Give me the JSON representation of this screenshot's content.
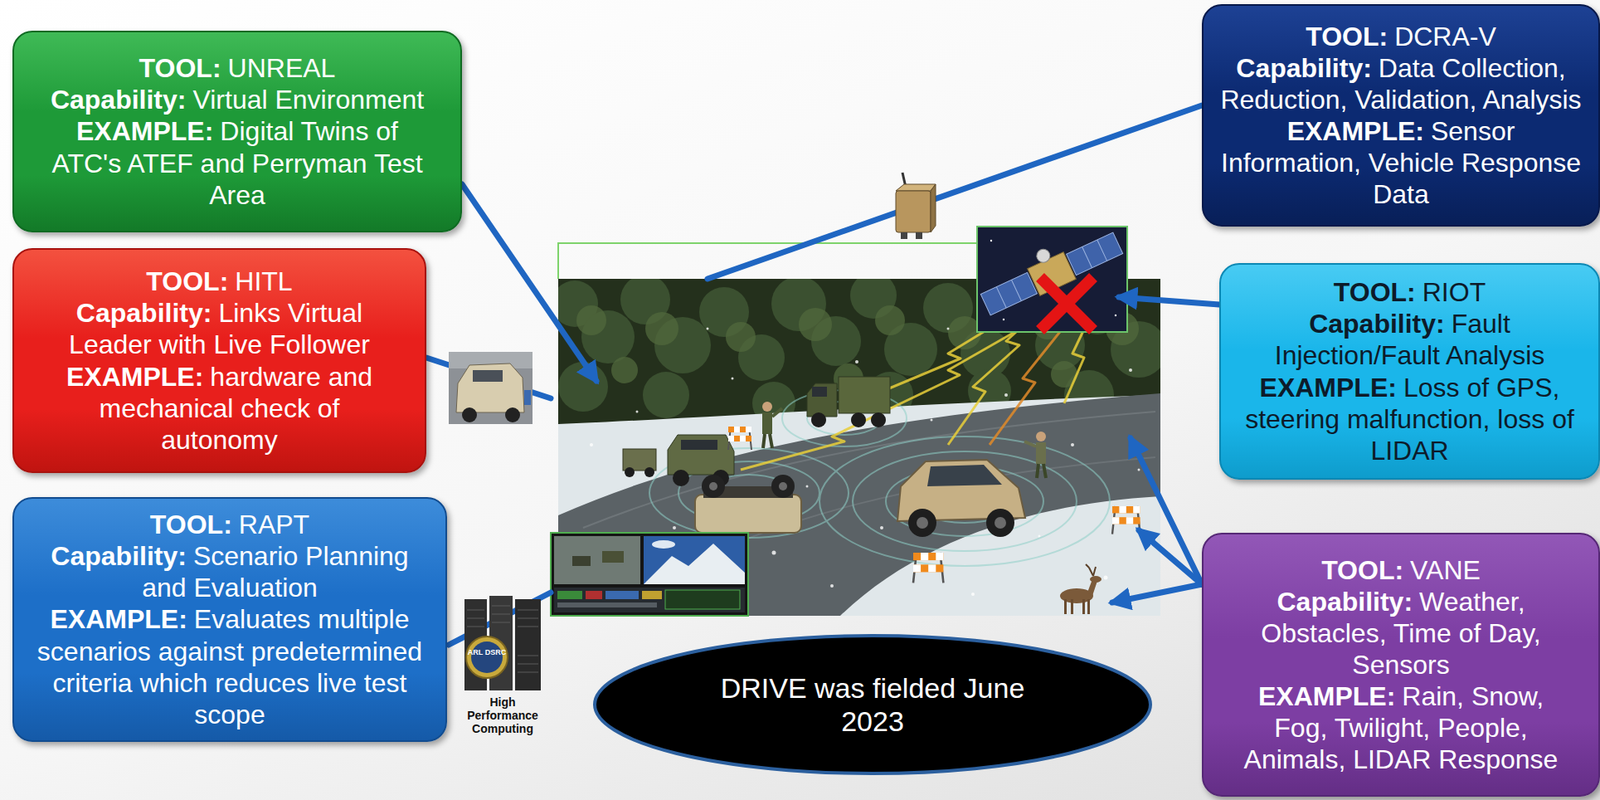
{
  "diagram": {
    "nodes": [
      {
        "text": [
          "TOOL:",
          "UNREAL",
          "Capability:",
          "Virtual Environment",
          "EXAMPLE:",
          "Digital Twins of ATC's ATEF and Perryman Test Area"
        ]
      },
      {
        "text": [
          "TOOL:",
          "DCRA-V",
          "Capability:",
          "Data Collection, Reduction, Validation, Analysis",
          "EXAMPLE:",
          "Sensor Information, Vehicle Response Data"
        ]
      },
      {
        "text": [
          "TOOL:",
          "HITL",
          "Capability:",
          "Links Virtual Leader with Live Follower",
          "EXAMPLE:",
          "hardware and mechanical check of autonomy"
        ]
      },
      {
        "text": [
          "TOOL:",
          "RIOT",
          "Capability:",
          "Fault Injection/Fault Analysis",
          "EXAMPLE:",
          "Loss of GPS, steering malfunction, loss of LIDAR"
        ]
      },
      {
        "text": [
          "TOOL:",
          "RAPT",
          "Capability:",
          "Scenario Planning and Evaluation",
          "EXAMPLE:",
          "Evaluates multiple scenarios against predetermined criteria which reduces live test scope"
        ]
      },
      {
        "text": [
          "TOOL:",
          "VANE",
          "Capability:",
          "Weather, Obstacles, Time of Day, Sensors",
          "EXAMPLE:",
          "Rain, Snow, Fog, Twilight, People, Animals, LIDAR Response"
        ]
      },
      {
        "text": [
          "DRIVE was fielded June 2023"
        ]
      }
    ],
    "labels": [
      "High Performance Computing",
      "ARL DSRC"
    ]
  }
}
